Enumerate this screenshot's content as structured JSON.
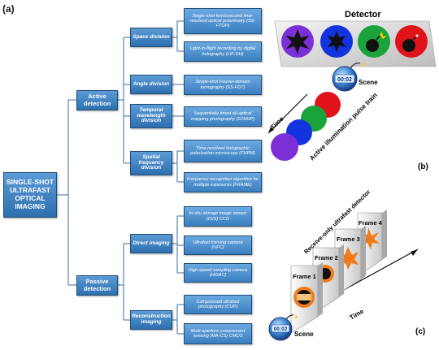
{
  "labels": {
    "a": "(a)",
    "b": "(b)",
    "c": "(c)"
  },
  "root": "SINGLE-SHOT ULTRAFAST OPTICAL IMAGING",
  "active": {
    "label": "Active detection",
    "groups": [
      {
        "label": "Space division",
        "leaves": [
          "Single-shot femtosecond time-resolved optical polarimetry (SS-FTOP)",
          "Light-in-flight recording by digital holography (LIF-DH)"
        ]
      },
      {
        "label": "Angle division",
        "leaves": [
          "Single-shot Fourier-domain tomography (SS-FDT)"
        ]
      },
      {
        "label": "Temporal wavelength division",
        "leaves": [
          "Sequentially timed all-optical mapping photography (STAMP)"
        ]
      },
      {
        "label": "Spatial frequency division",
        "leaves": [
          "Time-resolved holographic polerization microscopy (THPM)",
          "Frequency recognition algorithm for multiple exposures (FRAME)"
        ]
      }
    ]
  },
  "passive": {
    "label": "Passive detection",
    "groups": [
      {
        "label": "Direct imaging",
        "leaves": [
          "In-situ storage image sensor (ISIS) CCD",
          "Ultrafast framing camera (UFC)",
          "High-speed sampling camera (HISAC)"
        ]
      },
      {
        "label": "Reconstruction imaging",
        "leaves": [
          "Compressed ultrafast photography (CUP)",
          "Multi-aperture compressed sensing (MA-CS) CMOS"
        ]
      }
    ]
  },
  "panel_b": {
    "detector": "Detector",
    "scene": "Scene",
    "time": "Time",
    "pulse": "Active illumination pulse train",
    "timer": "00:02",
    "colors": {
      "purple": "#7b2fd6",
      "blue": "#1433e0",
      "green": "#1aa33a",
      "red": "#e0131b"
    }
  },
  "panel_c": {
    "detector": "Receive-only ultrafast detector",
    "frames": [
      "Frame 1",
      "Frame 2",
      "Frame 3",
      "Frame 4"
    ],
    "scene": "Scene",
    "time": "Time",
    "timer": "00:02"
  }
}
